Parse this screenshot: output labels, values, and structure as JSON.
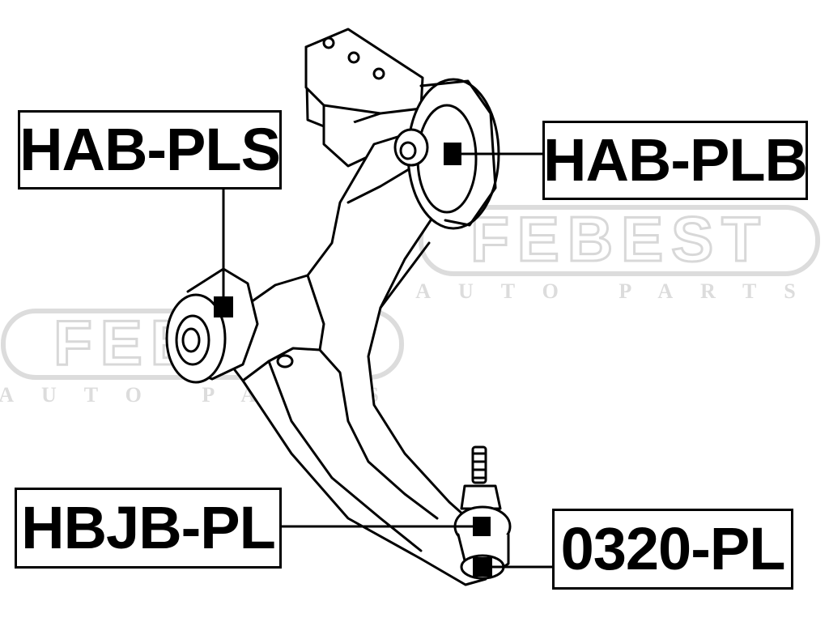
{
  "watermark": {
    "brand": "FEBEST",
    "tagline": "AUTO PARTS",
    "color": "#d8d8d8"
  },
  "callouts": {
    "hab_pls": "HAB-PLS",
    "hab_plb": "HAB-PLB",
    "hbjb_pl": "HBJB-PL",
    "c0320_pl": "0320-PL"
  },
  "colors": {
    "line": "#000000",
    "background": "#ffffff"
  }
}
